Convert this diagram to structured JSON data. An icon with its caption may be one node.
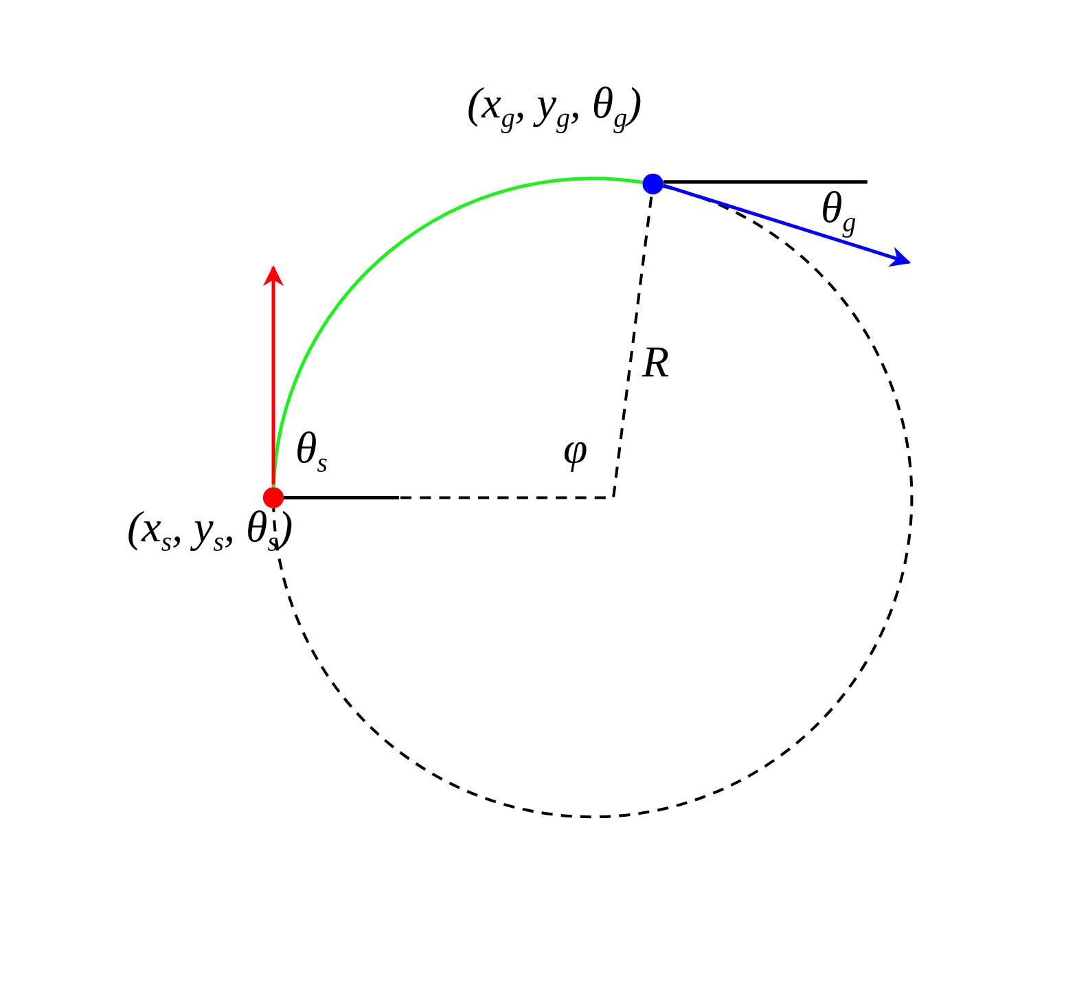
{
  "diagram": {
    "nodes": [
      {
        "text": [],
        "shape": "circle",
        "beside": [
          "(x$_{s}$, y$_{s}$, θ$_{s}$)"
        ]
      },
      {
        "text": [],
        "shape": "circle",
        "beside": [
          "(x$_{g}$, y$_{g}$, θ$_{g}$)"
        ]
      }
    ],
    "edges": [
      {
        "from": 0,
        "to": 1,
        "arrow": "none",
        "color": "#22ee22"
      },
      {
        "from": 1,
        "to": 0,
        "arrow": "none",
        "style": "dashed",
        "color": "#000000"
      },
      {
        "from": 0,
        "to": 1,
        "arrow": "none",
        "style": "dashed",
        "color": "#000000"
      }
    ],
    "labels": [
      "θ$_{g}$",
      "R",
      "θ$_{s}$",
      "φ"
    ]
  }
}
